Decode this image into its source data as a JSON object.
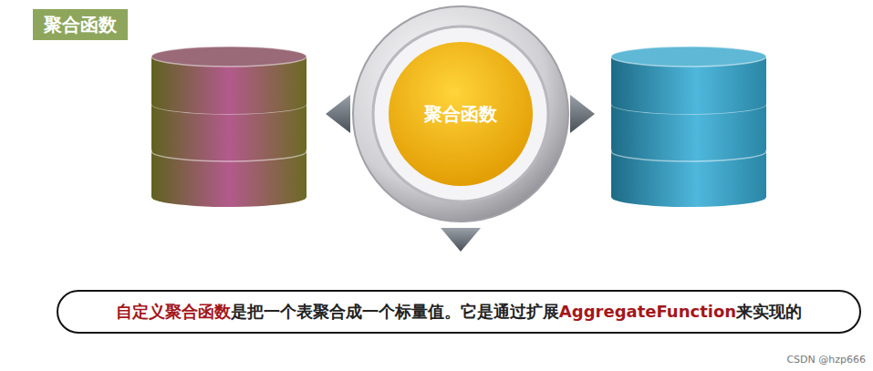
{
  "diagram": {
    "title": "聚合函数",
    "nodes": [
      {
        "text": [
          "聚合函数"
        ]
      },
      {
        "text": [
          "自定义聚合函数",
          "是把一个表聚合成一个标量值。它是通过扩展",
          "AggregateFunction",
          "来实现的"
        ]
      }
    ],
    "labels": [
      "CSDN @hzp666"
    ]
  }
}
